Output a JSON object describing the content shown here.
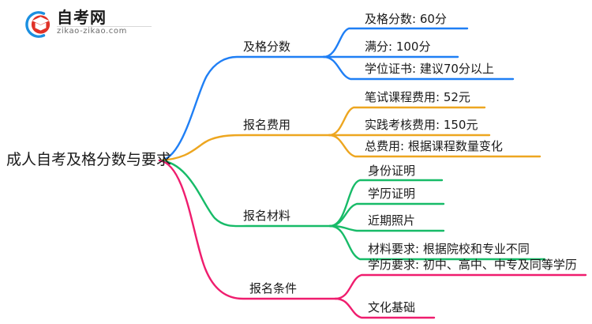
{
  "logo": {
    "mark_icon": "circle-arc-graduation-cap-icon",
    "wordmark": "自考网",
    "domain": "zikao-zikao.com",
    "arc_color": "#1b8fe0",
    "cap_color": "#e03127"
  },
  "mindmap": {
    "type": "mindmap",
    "root": {
      "label": "成人自考及格分数与要求",
      "color": "#1a1a1a"
    },
    "branches": [
      {
        "label": "及格分数",
        "color": "#1f7ff5",
        "children": [
          {
            "label": "及格分数: 60分"
          },
          {
            "label": "满分: 100分"
          },
          {
            "label": "学位证书: 建议70分以上"
          }
        ]
      },
      {
        "label": "报名费用",
        "color": "#eda620",
        "children": [
          {
            "label": "笔试课程费用: 52元"
          },
          {
            "label": "实践考核费用: 150元"
          },
          {
            "label": "总费用: 根据课程数量变化"
          }
        ]
      },
      {
        "label": "报名材料",
        "color": "#17bb६8",
        "children": [
          {
            "label": "身份证明"
          },
          {
            "label": "学历证明"
          },
          {
            "label": "近期照片"
          },
          {
            "label": "材料要求: 根据院校和专业不同"
          }
        ]
      },
      {
        "label": "报名条件",
        "color": "#ef1d6e",
        "children": [
          {
            "label": "学历要求: 初中、高中、中专及同等学历"
          },
          {
            "label": "文化基础"
          }
        ]
      }
    ]
  }
}
